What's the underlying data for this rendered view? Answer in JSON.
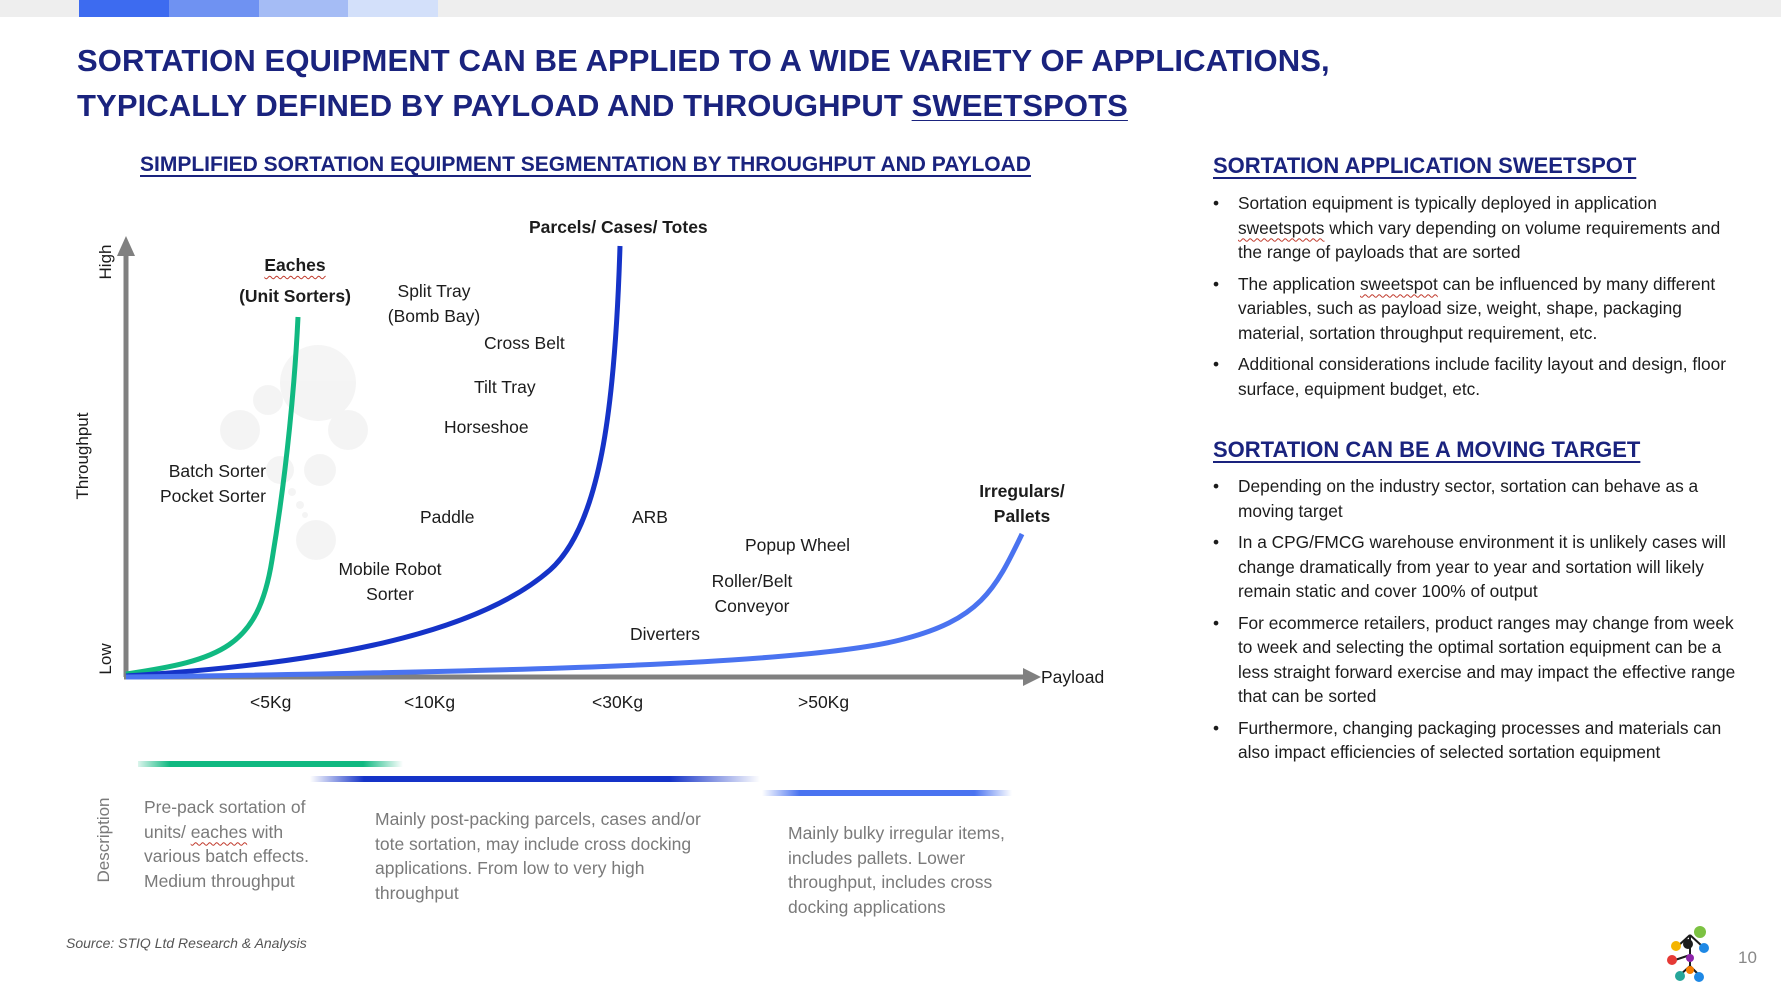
{
  "slide": {
    "title_line1": "SORTATION EQUIPMENT CAN BE APPLIED TO A WIDE VARIETY OF APPLICATIONS,",
    "title_line2_prefix": "TYPICALLY DEFINED BY PAYLOAD AND THROUGHPUT ",
    "title_line2_underlined": "SWEETSPOTS",
    "source": "Source: STIQ Ltd Research & Analysis",
    "page_number": "10",
    "top_strip_colors": [
      "#3d6bf0",
      "#6f92f2",
      "#a5bcf5",
      "#d3e0fa"
    ]
  },
  "diagram": {
    "title": "SIMPLIFIED SORTATION EQUIPMENT SEGMENTATION BY THROUGHPUT AND PAYLOAD",
    "y_axis_label": "Throughput",
    "y_high": "High",
    "y_low": "Low",
    "x_axis_label": "Payload",
    "x_ticks": [
      "<5Kg",
      "<10Kg",
      "<30Kg",
      ">50Kg"
    ],
    "curves": [
      {
        "name": "Eaches",
        "sub": "(Unit Sorters)",
        "color": "#10b981"
      },
      {
        "name": "Parcels/ Cases/ Totes",
        "color": "#1533c8"
      },
      {
        "name": "Irregulars/",
        "sub": "Pallets",
        "color": "#4a73f0"
      }
    ],
    "equipment_labels": {
      "split_tray_1": "Split Tray",
      "split_tray_2": "(Bomb Bay)",
      "cross_belt": "Cross Belt",
      "tilt_tray": "Tilt Tray",
      "horseshoe": "Horseshoe",
      "batch_sorter": "Batch Sorter",
      "pocket_sorter": "Pocket Sorter",
      "paddle": "Paddle",
      "arb": "ARB",
      "popup_wheel": "Popup Wheel",
      "mobile_robot_1": "Mobile Robot",
      "mobile_robot_2": "Sorter",
      "roller_belt_1": "Roller/Belt",
      "roller_belt_2": "Conveyor",
      "diverters": "Diverters"
    },
    "description_label": "Description",
    "descriptions": {
      "eaches_1": "Pre-pack sortation of",
      "eaches_2a": "units/ ",
      "eaches_2b": "eaches",
      "eaches_2c": " with",
      "eaches_3": "various batch effects.",
      "eaches_4": "Medium throughput",
      "parcels": "Mainly post-packing parcels, cases and/or tote sortation, may include cross docking applications. From low to very high throughput",
      "irregulars": "Mainly bulky irregular items, includes pallets. Lower throughput, includes cross docking applications"
    }
  },
  "right_panel": {
    "section1_title": "SORTATION APPLICATION SWEETSPOT",
    "b1_a": "Sortation equipment is typically deployed in application ",
    "b1_b": "sweetspots",
    "b1_c": " which vary depending on volume requirements and the range of payloads that are sorted",
    "b2_a": "The application ",
    "b2_b": "sweetspot",
    "b2_c": " can be influenced by many different variables, such as payload size, weight, shape, packaging material, sortation throughput requirement, etc.",
    "b3": "Additional considerations include facility layout and design, floor surface, equipment budget, etc.",
    "section2_title": "SORTATION CAN BE A MOVING TARGET",
    "b4": "Depending on the industry sector, sortation can behave as a moving target",
    "b5": "In a CPG/FMCG warehouse environment it is unlikely cases will change dramatically from year to year and sortation will likely remain static and cover 100% of output",
    "b6": "For ecommerce retailers, product ranges may change from week to week and selecting the optimal sortation equipment can be a less straight forward exercise and may impact the effective range that can be sorted",
    "b7": "Furthermore, changing packaging processes and materials can also impact efficiencies of selected sortation equipment"
  }
}
